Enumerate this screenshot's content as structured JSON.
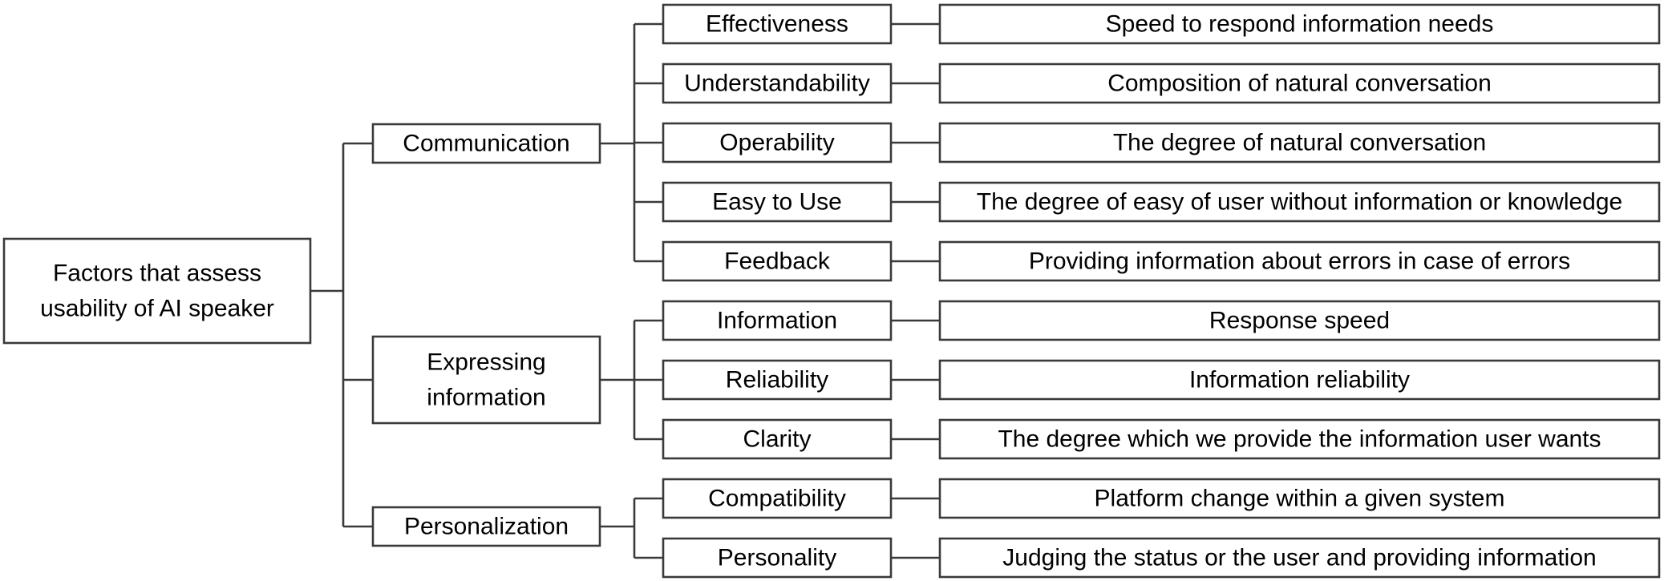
{
  "root": {
    "lines": [
      "Factors that assess",
      "usability of AI speaker"
    ]
  },
  "categories": [
    {
      "lines": [
        "Communication"
      ],
      "factors": [
        {
          "name": "Effectiveness",
          "description": "Speed to respond information needs"
        },
        {
          "name": "Understandability",
          "description": "Composition of natural conversation"
        },
        {
          "name": "Operability",
          "description": "The degree of natural conversation"
        },
        {
          "name": "Easy to Use",
          "description": "The degree of easy of user without information or knowledge"
        },
        {
          "name": "Feedback",
          "description": "Providing information about errors in case of errors"
        }
      ]
    },
    {
      "lines": [
        "Expressing",
        "information"
      ],
      "factors": [
        {
          "name": "Information",
          "description": "Response speed"
        },
        {
          "name": "Reliability",
          "description": "Information reliability"
        },
        {
          "name": "Clarity",
          "description": "The degree which we provide the information user wants"
        }
      ]
    },
    {
      "lines": [
        "Personalization"
      ],
      "factors": [
        {
          "name": "Compatibility",
          "description": "Platform change within a given system"
        },
        {
          "name": "Personality",
          "description": "Judging the status or the user and providing information"
        }
      ]
    }
  ]
}
